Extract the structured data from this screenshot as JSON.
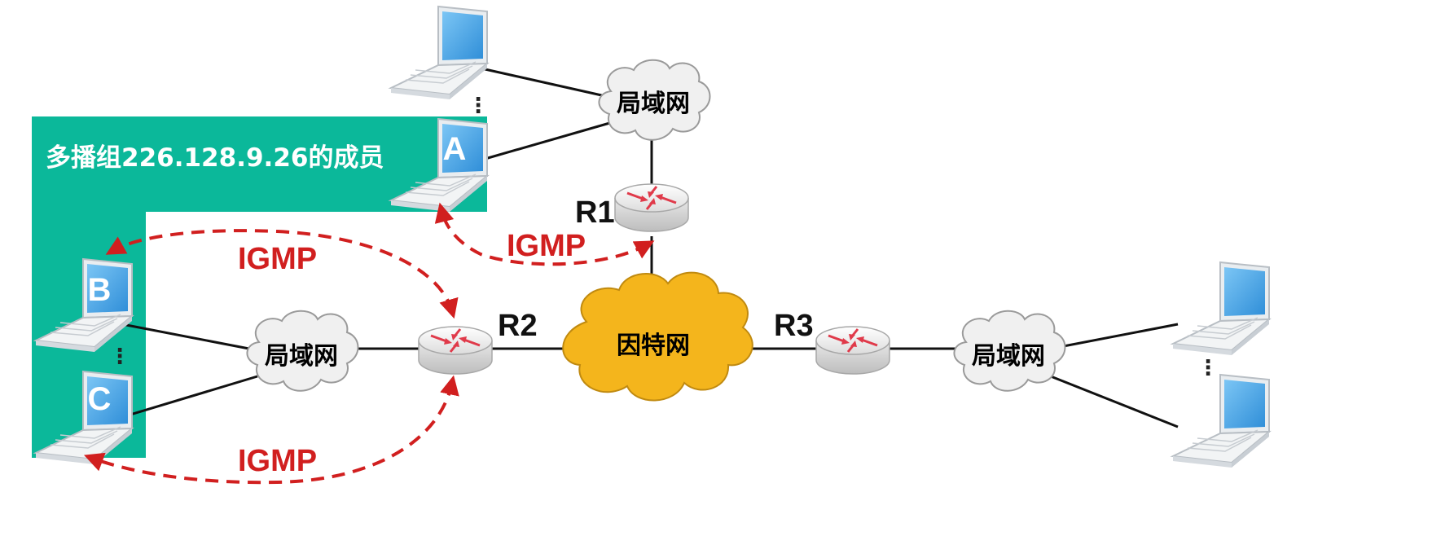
{
  "group": {
    "label": "多播组226.128.9.26的成员"
  },
  "lans": {
    "top": "局域网",
    "left": "局域网",
    "right": "局域网"
  },
  "internet": {
    "label": "因特网"
  },
  "routers": {
    "r1": "R1",
    "r2": "R2",
    "r3": "R3"
  },
  "hosts": {
    "a": "A",
    "b": "B",
    "c": "C"
  },
  "igmp": {
    "top": "IGMP",
    "left_upper": "IGMP",
    "left_lower": "IGMP"
  },
  "ellipsis": "⋮",
  "colors": {
    "group_fill": "#0bb89a",
    "internet_fill": "#f4b51c",
    "igmp_red": "#d11f1f",
    "laptop_screen": "#2f8ed8"
  }
}
